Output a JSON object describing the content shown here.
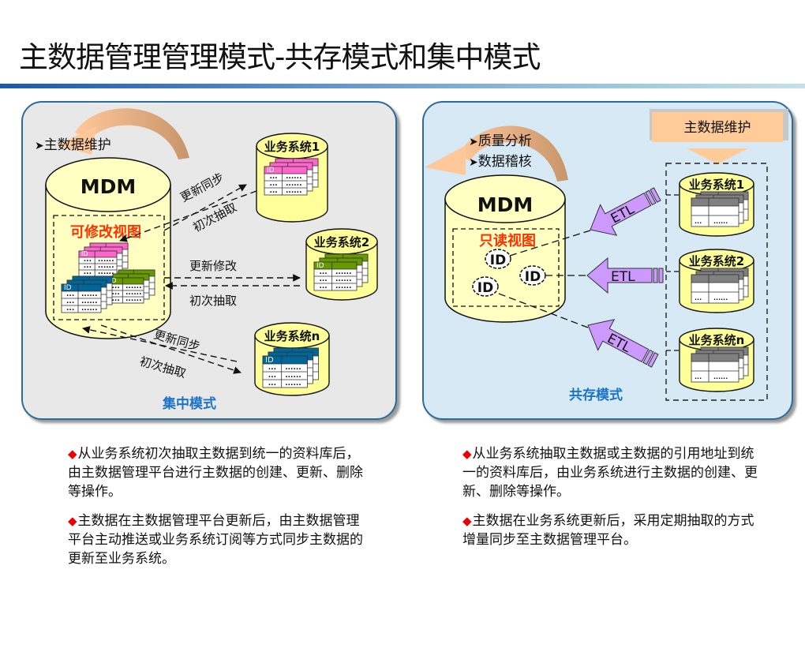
{
  "title": "主数据管理管理模式-共存模式和集中模式",
  "colors": {
    "accent_blue": "#1f57a8",
    "mode_label_blue": "#1a73c4",
    "view_label_red": "#ff3300",
    "bullet_red": "#ee0000",
    "cylinder_yellow": "#ffffc2",
    "system_cylinder_yellow": "#ffff99",
    "etl_purple": "#cc99ff",
    "maintenance_orange": "#ffcc99",
    "pink_table": "#ff66cc",
    "green_table": "#669900",
    "blue_table": "#006699",
    "gray_table": "#808080"
  },
  "left_panel": {
    "mode_label": "集中模式",
    "maintenance_label": "主数据维护",
    "mdm_label": "MDM",
    "view_label": "可修改视图",
    "systems": [
      {
        "name": "业务系统1",
        "table_color": "pink"
      },
      {
        "name": "业务系统2",
        "table_color": "green"
      },
      {
        "name": "业务系统n",
        "table_color": "blue"
      }
    ],
    "flows": [
      {
        "top_label": "更新同步",
        "bottom_label": "初次抽取"
      },
      {
        "top_label": "更新修改",
        "bottom_label": "初次抽取"
      },
      {
        "top_label": "更新同步",
        "bottom_label": "初次抽取"
      }
    ],
    "table_id_label": "ID",
    "table_dots_short": "...",
    "table_dots_long": "......"
  },
  "right_panel": {
    "mode_label": "共存模式",
    "analysis_items": [
      "质量分析",
      "数据稽核"
    ],
    "mdm_label": "MDM",
    "view_label": "只读视图",
    "id_bubble_label": "ID",
    "maintenance_box_label": "主数据维护",
    "etl_label": "ETL",
    "systems": [
      {
        "name": "业务系统1"
      },
      {
        "name": "业务系统2"
      },
      {
        "name": "业务系统n"
      }
    ]
  },
  "descriptions": {
    "left": [
      "从业务系统初次抽取主数据到统一的资料库后，由主数据管理平台进行主数据的创建、更新、删除等操作。",
      "主数据在主数据管理平台更新后，由主数据管理平台主动推送或业务系统订阅等方式同步主数据的更新至业务系统。"
    ],
    "right": [
      "从业务系统抽取主数据或主数据的引用地址到统一的资料库后，由业务系统进行主数据的创建、更新、删除等操作。",
      "主数据在业务系统更新后，采用定期抽取的方式增量同步至主数据管理平台。"
    ],
    "bullet_glyph": "◆"
  }
}
